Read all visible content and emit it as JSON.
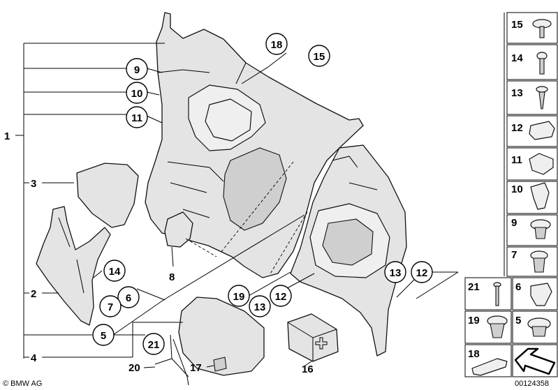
{
  "callouts": {
    "c1": "1",
    "c2": "2",
    "c3": "3",
    "c4": "4",
    "c5": "5",
    "c6": "6",
    "c7": "7",
    "c8": "8",
    "c9": "9",
    "c10": "10",
    "c11": "11",
    "c12a": "12",
    "c12b": "12",
    "c13a": "13",
    "c13b": "13",
    "c14": "14",
    "c15": "15",
    "c16": "16",
    "c17": "17",
    "c18": "18",
    "c19": "19",
    "c20": "20",
    "c21": "21"
  },
  "legend": [
    {
      "num": "15",
      "icon": "screw-wide-head-icon"
    },
    {
      "num": "14",
      "icon": "screw-round-head-icon"
    },
    {
      "num": "13",
      "icon": "self-tapping-screw-icon"
    },
    {
      "num": "12",
      "icon": "cap-plug-icon"
    },
    {
      "num": "11",
      "icon": "clip-icon"
    },
    {
      "num": "10",
      "icon": "spring-clip-icon"
    },
    {
      "num": "9",
      "icon": "expanding-rivet-icon"
    },
    {
      "num": "7",
      "icon": "push-rivet-icon"
    },
    {
      "num": "21",
      "icon": "pin-icon"
    },
    {
      "num": "6",
      "icon": "clip-nut-icon"
    },
    {
      "num": "19",
      "icon": "grommet-icon"
    },
    {
      "num": "5",
      "icon": "plastic-nut-icon"
    },
    {
      "num": "18",
      "icon": "pad-icon"
    },
    {
      "num": "",
      "icon": "arrow-marker-icon"
    }
  ],
  "footer": {
    "copyright": "© BMW AG",
    "diagram_number": "00124358"
  }
}
